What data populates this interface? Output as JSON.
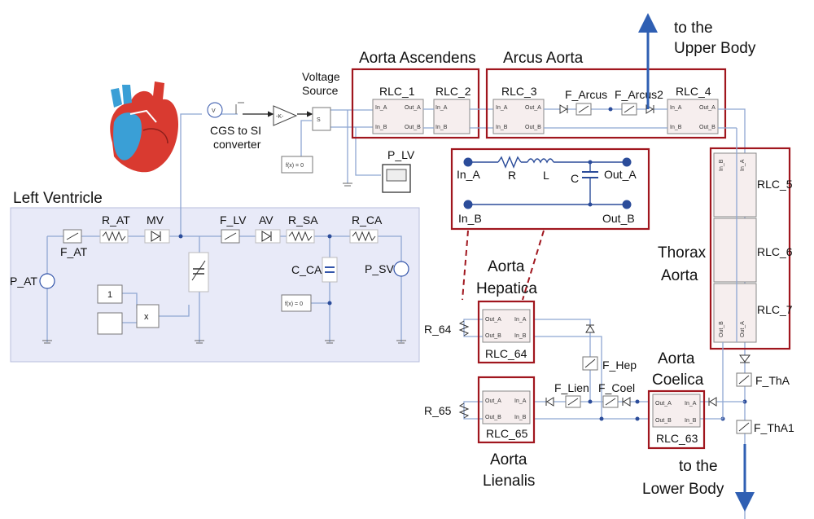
{
  "colors": {
    "frame": "#a0161e",
    "wire": "#8ea6d2",
    "wire_dark": "#2b4c9a",
    "lv_panel": "#e8eaf8",
    "arrow": "#2f5fb3"
  },
  "titles": {
    "left_ventricle": "Left Ventricle",
    "aorta_ascendens": "Aorta Ascendens",
    "arcus_aorta": "Arcus Aorta",
    "upper_body": [
      "to the",
      "Upper Body"
    ],
    "lower_body": [
      "to the",
      "Lower Body"
    ],
    "thorax_aorta": [
      "Thorax",
      "Aorta"
    ],
    "aorta_hepatica": [
      "Aorta",
      "Hepatica"
    ],
    "aorta_coelica": [
      "Aorta",
      "Coelica"
    ],
    "aorta_lienalis": [
      "Aorta",
      "Lienalis"
    ]
  },
  "converter": {
    "voltage_source": [
      "Voltage",
      "Source"
    ],
    "cgs_si": [
      "CGS to SI",
      "converter"
    ],
    "p_lv": "P_LV",
    "gain": "-K-",
    "s_label": "S",
    "fx1": "f(x) = 0"
  },
  "lv": {
    "p_at": "P_AT",
    "f_at": "F_AT",
    "r_at": "R_AT",
    "mv": "MV",
    "f_lv": "F_LV",
    "av": "AV",
    "r_sa": "R_SA",
    "r_ca": "R_CA",
    "c_ca": "C_CA",
    "p_sv": "P_SV",
    "const1": "1",
    "mult": "x",
    "fx2": "f(x) = 0"
  },
  "rlc_blocks": {
    "rlc1": "RLC_1",
    "rlc2": "RLC_2",
    "rlc3": "RLC_3",
    "rlc4": "RLC_4",
    "rlc5": "RLC_5",
    "rlc6": "RLC_6",
    "rlc7": "RLC_7",
    "rlc63": "RLC_63",
    "rlc64": "RLC_64",
    "rlc65": "RLC_65"
  },
  "ports": {
    "in_a": "In_A",
    "in_b": "In_B",
    "out_a": "Out_A",
    "out_b": "Out_B"
  },
  "flows": {
    "f_arcus": "F_Arcus",
    "f_arcus2": "F_Arcus2",
    "f_hep": "F_Hep",
    "f_lien": "F_Lien",
    "f_coel": "F_Coel",
    "f_tha": "F_ThA",
    "f_tha1": "F_ThA1"
  },
  "resistors": {
    "r_64": "R_64",
    "r_65": "R_65"
  },
  "detail": {
    "in_a": "In_A",
    "in_b": "In_B",
    "out_a": "Out_A",
    "out_b": "Out_B",
    "r": "R",
    "l": "L",
    "c": "C"
  }
}
